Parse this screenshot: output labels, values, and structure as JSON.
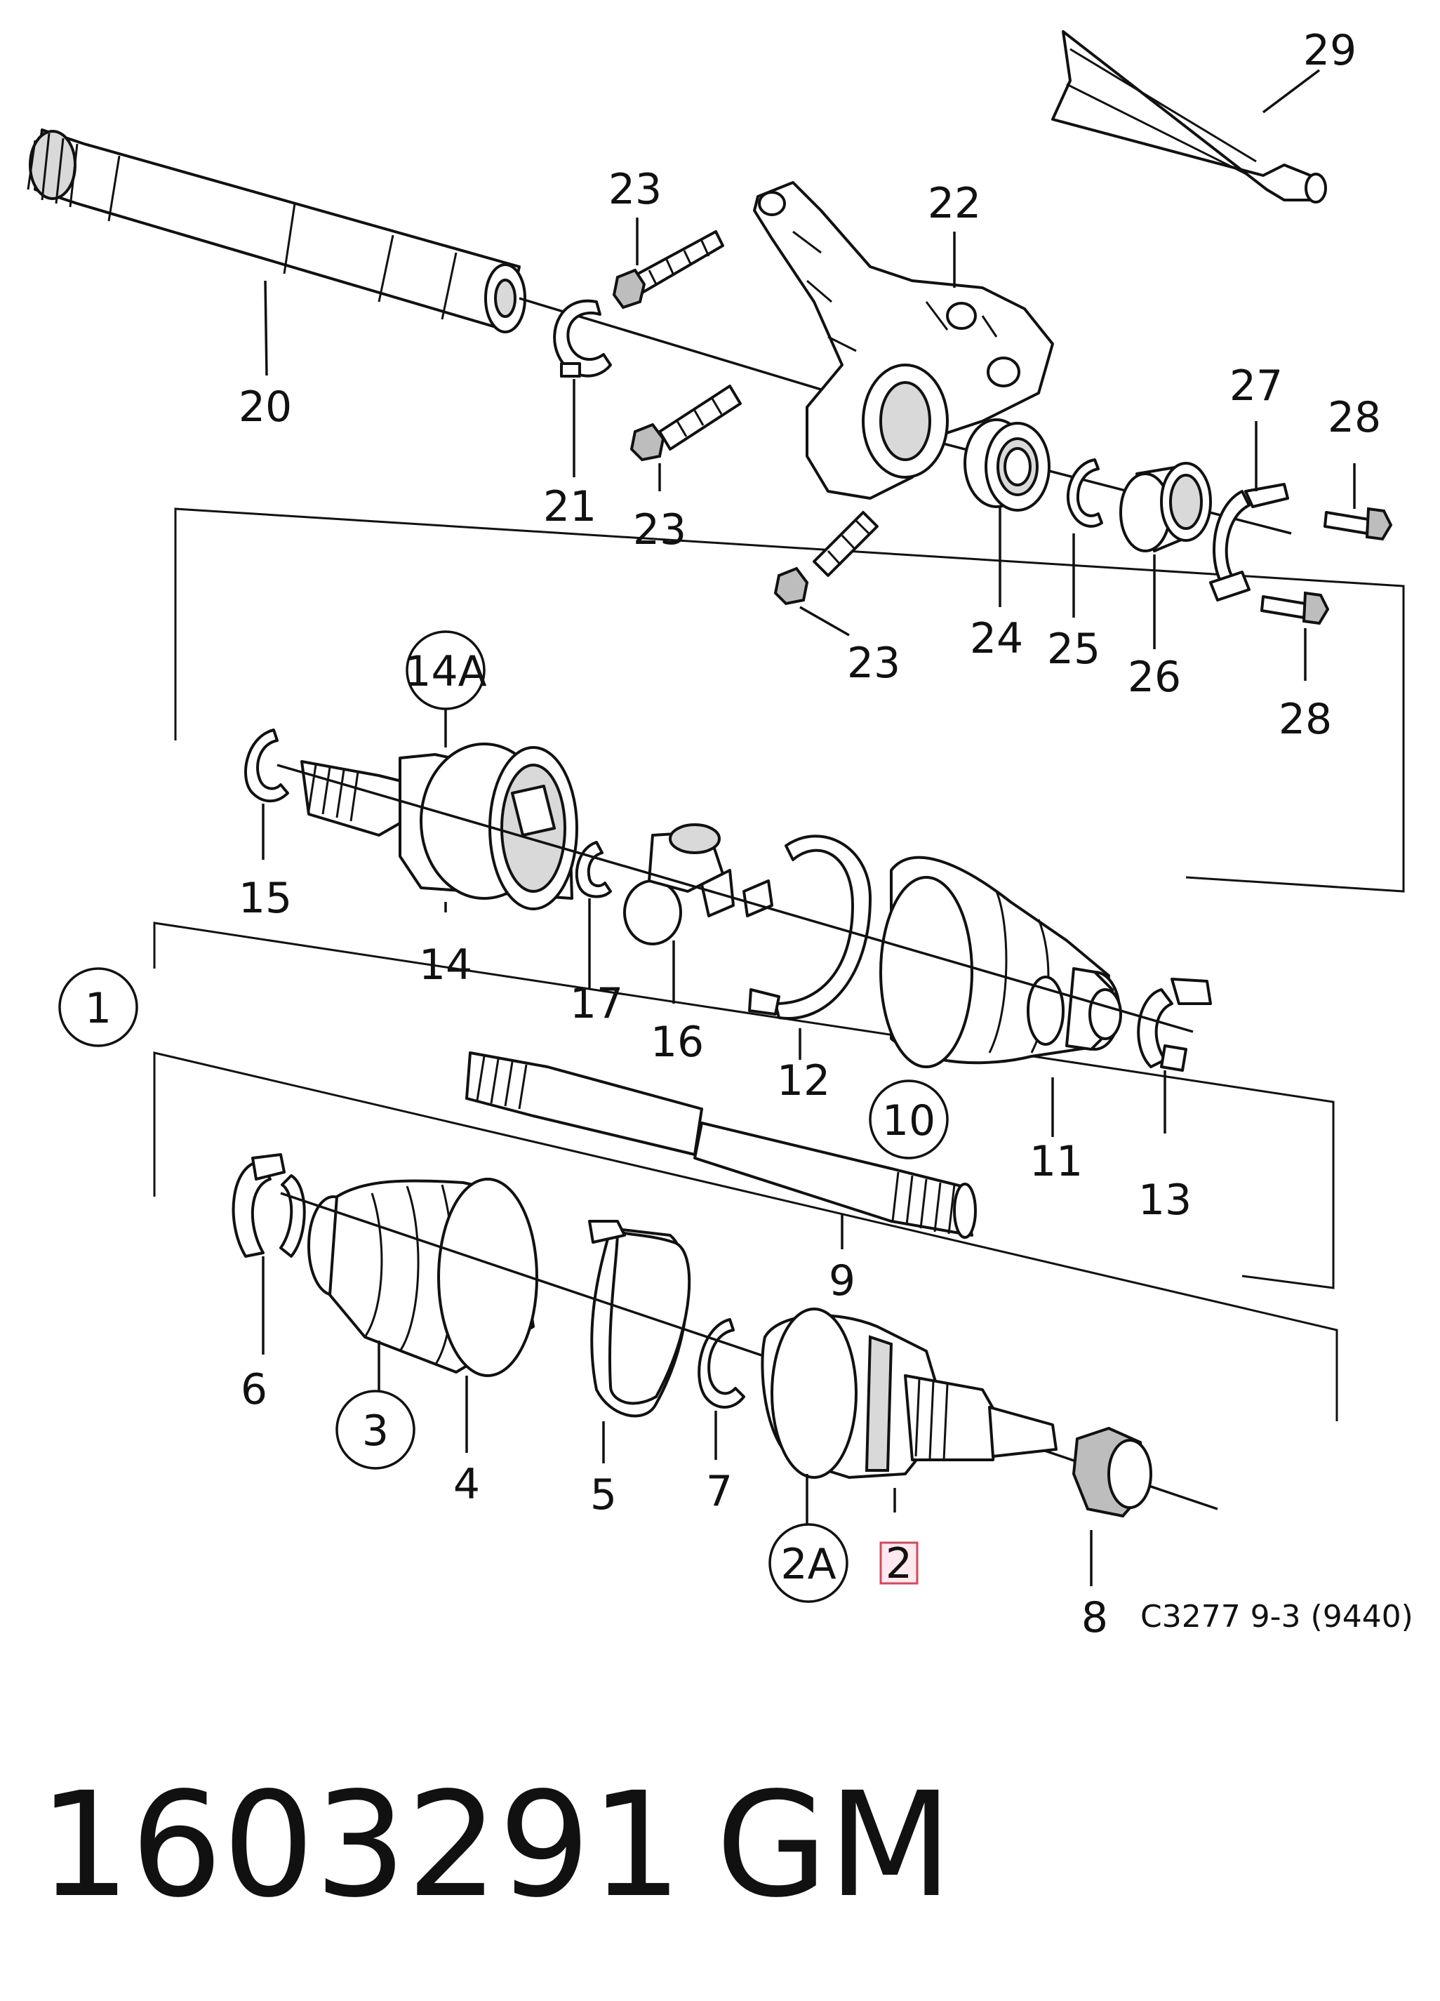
{
  "labels": {
    "l1": "1",
    "l2": "2",
    "l2A": "2A",
    "l3": "3",
    "l4": "4",
    "l5": "5",
    "l6": "6",
    "l7": "7",
    "l8": "8",
    "l9": "9",
    "l10": "10",
    "l11": "11",
    "l12": "12",
    "l13": "13",
    "l14": "14",
    "l14A": "14A",
    "l15": "15",
    "l16": "16",
    "l17": "17",
    "l20": "20",
    "l21": "21",
    "l22": "22",
    "l23": "23",
    "l24": "24",
    "l25": "25",
    "l26": "26",
    "l27": "27",
    "l28": "28",
    "l29": "29"
  },
  "highlighted_label": "2",
  "reference": "C3277 9-3 (9440)",
  "part_number": "1603291",
  "brand": "GM"
}
